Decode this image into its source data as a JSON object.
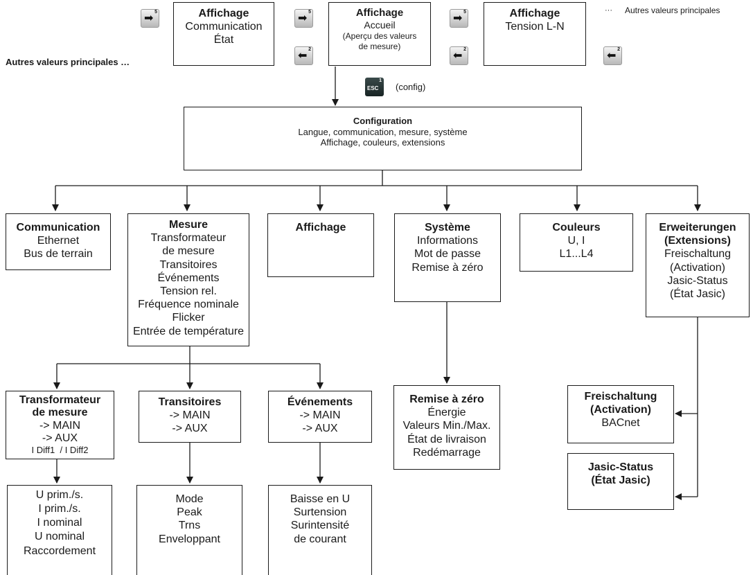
{
  "top": {
    "left_label": "Autres valeurs principales …",
    "right_dots": "···",
    "right_label": "Autres valeurs principales",
    "config_hint": "(config)",
    "esc_label": "ESC",
    "esc_number": "1",
    "key_next_number": "5",
    "key_back_number": "2",
    "screens": [
      {
        "title": "Affichage",
        "lines": [
          "Communication",
          "État"
        ]
      },
      {
        "title": "Affichage",
        "lines": [
          "Accueil"
        ],
        "small_lines": [
          "(Aperçu des valeurs",
          "de mesure)"
        ]
      },
      {
        "title": "Affichage",
        "lines": [
          "Tension L-N"
        ]
      }
    ]
  },
  "config": {
    "title": "Configuration",
    "lines": [
      "Langue, communication, mesure, système",
      "Affichage, couleurs, extensions"
    ]
  },
  "level1": [
    {
      "title": "Communication",
      "lines": [
        "Ethernet",
        "Bus de terrain"
      ]
    },
    {
      "title": "Mesure",
      "lines": [
        "Transformateur",
        "de mesure",
        "Transitoires",
        "Événements",
        "Tension rel.",
        "Fréquence nominale",
        "Flicker",
        "Entrée de température"
      ]
    },
    {
      "title": "Affichage",
      "lines": []
    },
    {
      "title": "Système",
      "lines": [
        "Informations",
        "Mot de passe",
        "Remise à zéro"
      ]
    },
    {
      "title": "Couleurs",
      "lines": [
        "U, I",
        "L1...L4"
      ]
    },
    {
      "title": "Erweiterungen",
      "title2": "(Extensions)",
      "lines": [
        "Freischaltung",
        "(Activation)",
        "Jasic-Status",
        "(État Jasic)"
      ]
    }
  ],
  "level2": [
    {
      "title": "Transformateur",
      "title2": "de mesure",
      "lines": [
        "-> MAIN",
        "-> AUX",
        "I Diff1  / I Diff2"
      ]
    },
    {
      "title": "Transitoires",
      "lines": [
        "-> MAIN",
        "-> AUX"
      ]
    },
    {
      "title": "Événements",
      "lines": [
        "-> MAIN",
        "-> AUX"
      ]
    },
    {
      "title": "Remise à zéro",
      "lines": [
        "Énergie",
        "Valeurs Min./Max.",
        "État de livraison",
        "Redémarrage"
      ]
    },
    {
      "title": "Freischaltung",
      "title2": "(Activation)",
      "lines": [
        "BACnet"
      ]
    },
    {
      "title": "Jasic-Status",
      "title2": "(État Jasic)",
      "lines": []
    }
  ],
  "level3": [
    {
      "lines": [
        "U prim./s.",
        "I prim./s.",
        "I nominal",
        "U nominal",
        "Raccordement"
      ]
    },
    {
      "lines": [
        "Mode",
        "Peak",
        "Trns",
        "Enveloppant"
      ]
    },
    {
      "lines": [
        "Baisse en U",
        "Surtension",
        "Surintensité",
        "de courant"
      ]
    }
  ]
}
